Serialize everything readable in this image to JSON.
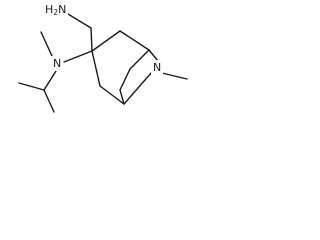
{
  "molecule": {
    "atoms": {
      "aminomethyl_n": {
        "symbol": "H",
        "subscript": "2",
        "element": "N"
      },
      "tertiary_amine_n": {
        "symbol": "N"
      },
      "ring_bridge_n": {
        "symbol": "N"
      }
    }
  }
}
